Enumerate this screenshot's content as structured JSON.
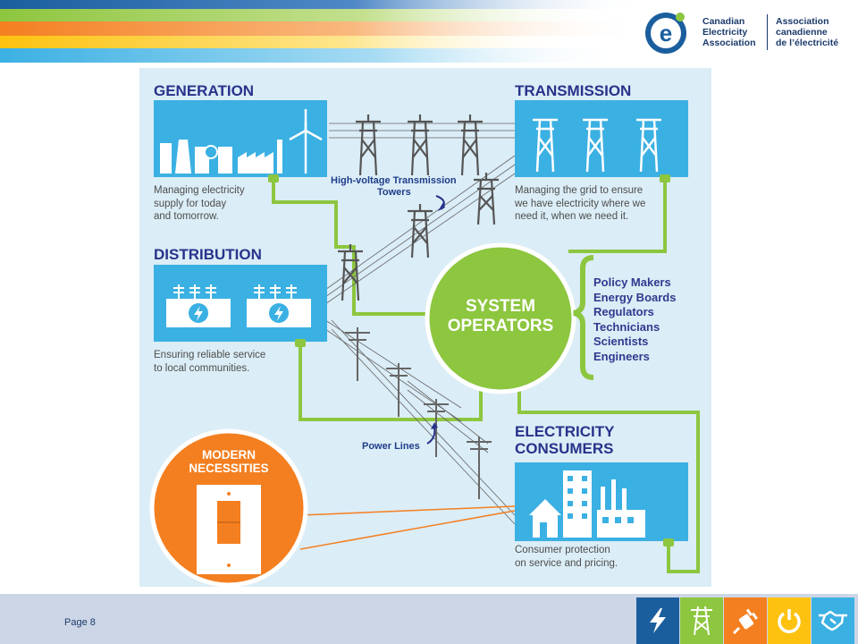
{
  "header": {
    "org_en": [
      "Canadian",
      "Electricity",
      "Association"
    ],
    "org_fr": [
      "Association",
      "canadienne",
      "de l’électricité"
    ],
    "brand_color": "#1b3a6b"
  },
  "diagram": {
    "generation": {
      "title": "GENERATION",
      "desc": [
        "Managing electricity",
        "supply for today",
        "and tomorrow."
      ]
    },
    "transmission": {
      "title": "TRANSMISSION",
      "desc": [
        "Managing the grid to ensure",
        "we have electricity where we",
        "need it, when we need it."
      ]
    },
    "distribution": {
      "title": "DISTRIBUTION",
      "desc": [
        "Ensuring reliable service",
        "to local communities."
      ]
    },
    "system_operators": {
      "title_lines": [
        "SYSTEM",
        "OPERATORS"
      ]
    },
    "stakeholders": [
      "Policy Makers",
      "Energy Boards",
      "Regulators",
      "Technicians",
      "Scientists",
      "Engineers"
    ],
    "consumers": {
      "title_lines": [
        "ELECTRICITY",
        "CONSUMERS"
      ],
      "desc": [
        "Consumer protection",
        "on service and pricing."
      ]
    },
    "modern": {
      "title_lines": [
        "MODERN",
        "NECESSITIES"
      ]
    },
    "labels": {
      "towers": [
        "High-voltage Transmission",
        "Towers"
      ],
      "power_lines": "Power Lines"
    },
    "colors": {
      "panel_bg": "#dbedf6",
      "box_blue": "#3bb0e3",
      "green": "#8dc63f",
      "orange": "#f47f20",
      "heading": "#27338b"
    }
  },
  "footer": {
    "page": "Page 8",
    "icons": [
      "lightning-icon",
      "pylon-icon",
      "plug-icon",
      "power-icon",
      "handshake-icon"
    ],
    "tile_colors": [
      "#1b5e9e",
      "#8dc63f",
      "#f47f20",
      "#fdc20f",
      "#3bb0e3"
    ]
  }
}
